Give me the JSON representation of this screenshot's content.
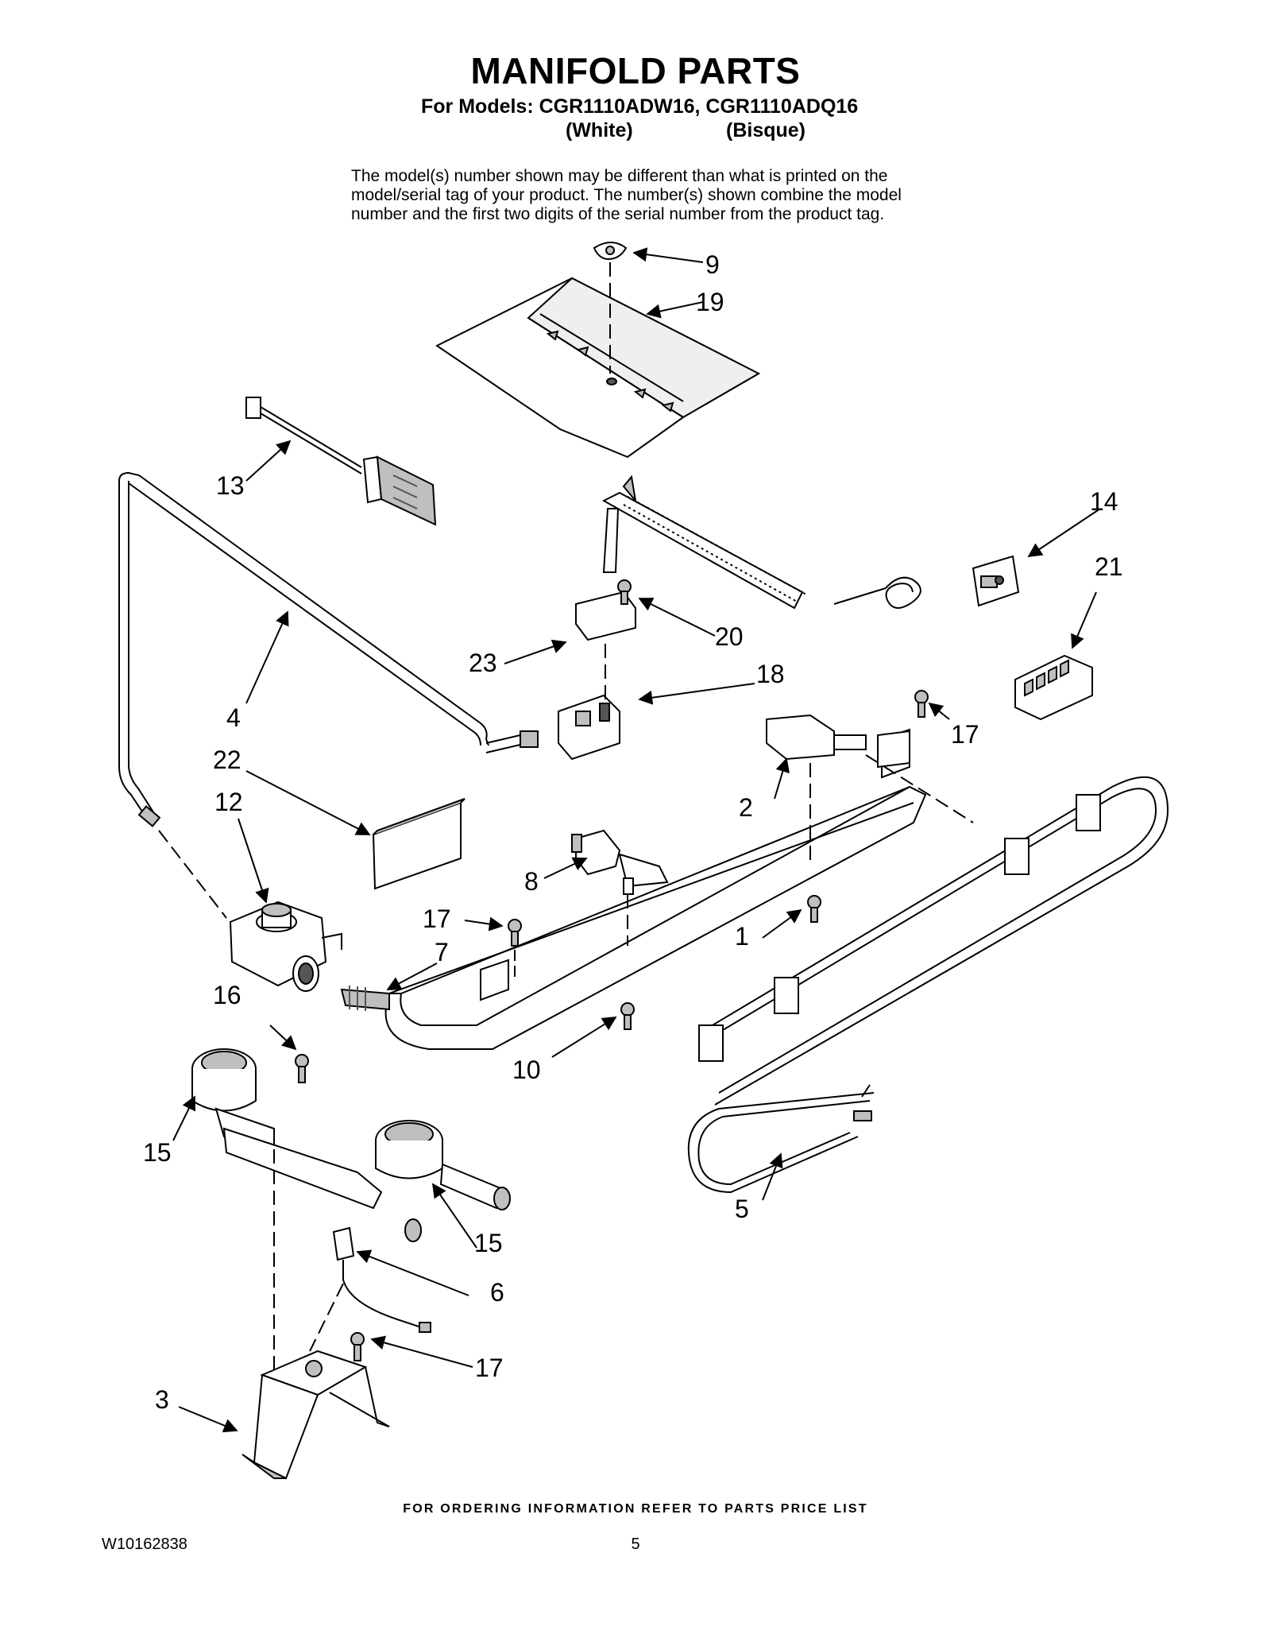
{
  "header": {
    "title": "MANIFOLD PARTS",
    "models_line": "For Models: CGR1110ADW16, CGR1110ADQ16",
    "variant_1": "(White)",
    "variant_2": "(Bisque)"
  },
  "notice": [
    "The model(s) number shown may be different than what is printed on the",
    "model/serial tag of your product. The number(s) shown combine the model",
    "number and the first two digits of the serial number from the product tag."
  ],
  "callouts": {
    "c1": "1",
    "c2": "2",
    "c3": "3",
    "c4": "4",
    "c5": "5",
    "c6": "6",
    "c7": "7",
    "c8": "8",
    "c9": "9",
    "c10": "10",
    "c12": "12",
    "c13": "13",
    "c14": "14",
    "c15a": "15",
    "c15b": "15",
    "c16": "16",
    "c17a": "17",
    "c17b": "17",
    "c17c": "17",
    "c18": "18",
    "c19": "19",
    "c20": "20",
    "c21": "21",
    "c22": "22",
    "c23": "23"
  },
  "footer": {
    "ordering_info": "FOR ORDERING INFORMATION REFER TO PARTS PRICE LIST",
    "doc_number": "W10162838",
    "page_number": "5"
  },
  "colors": {
    "line": "#000000",
    "shade": "#bfbfbf",
    "dark": "#555555"
  }
}
